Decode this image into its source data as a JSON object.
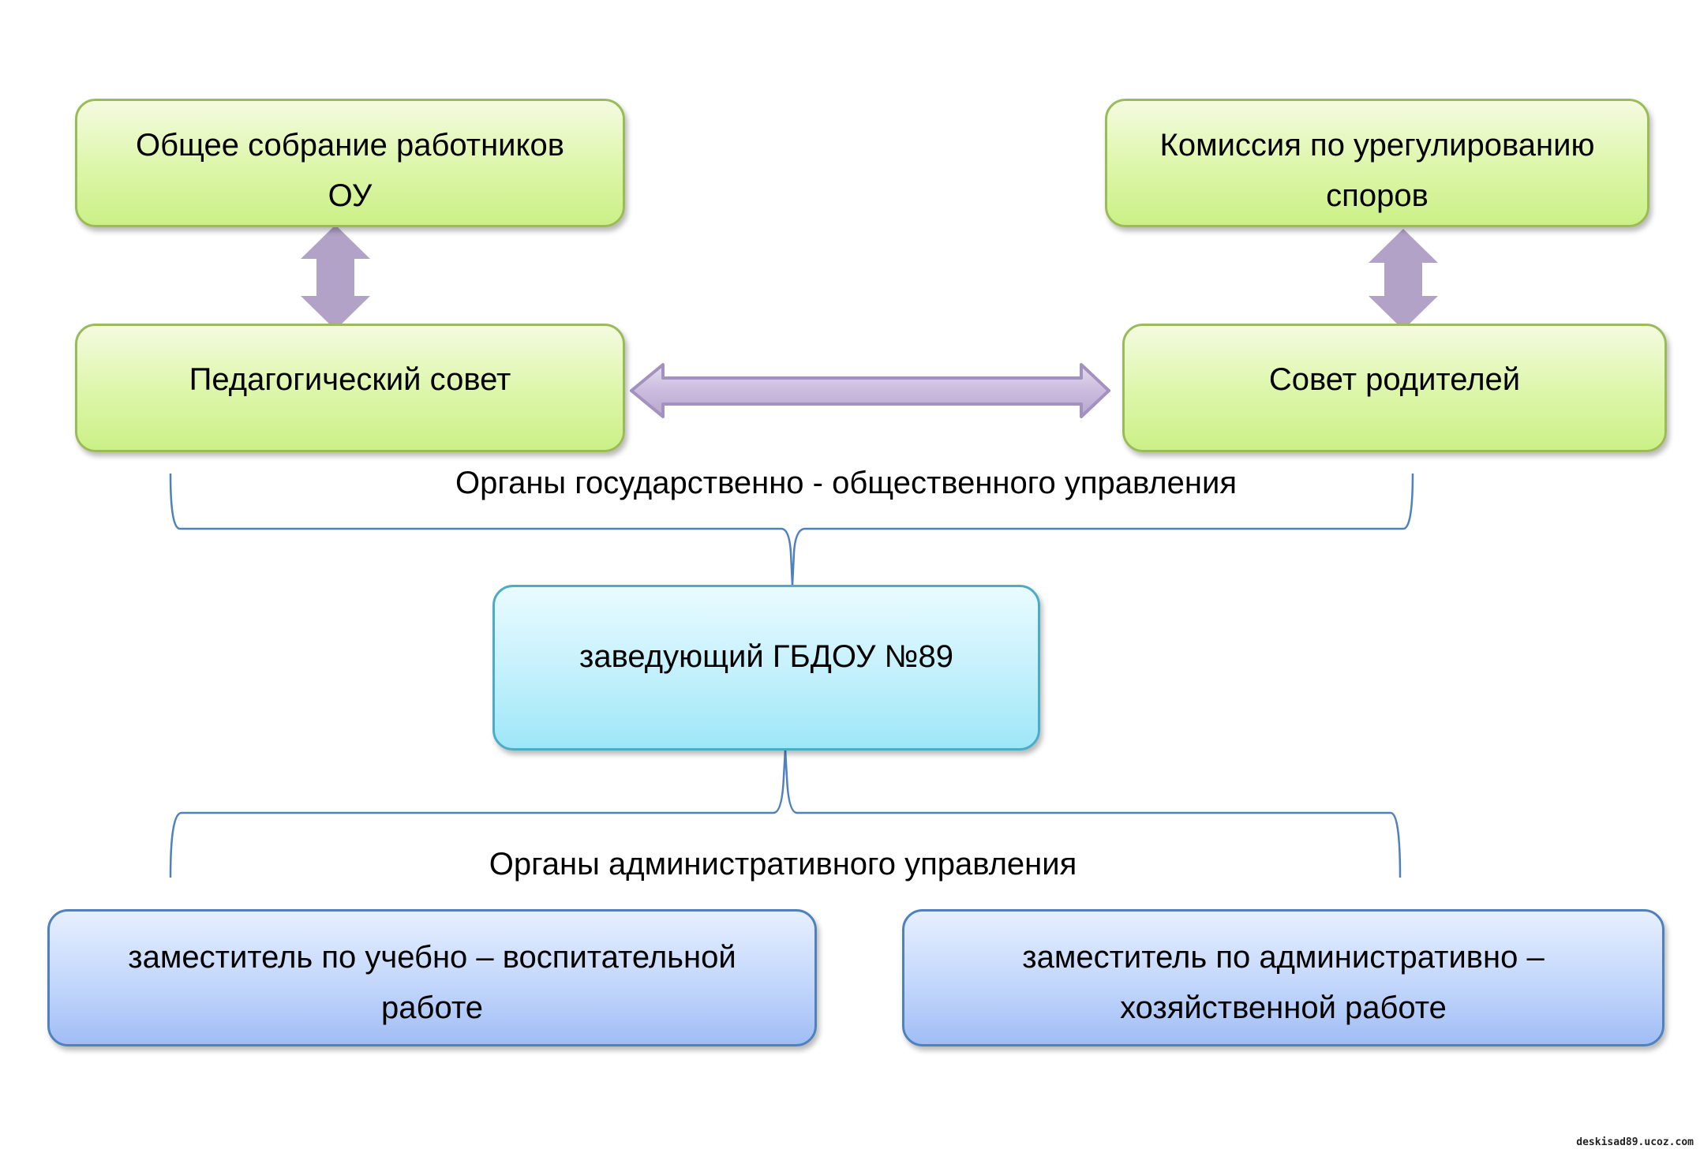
{
  "boxes": {
    "general_meeting": "Общее собрание работников ОУ",
    "dispute_commission": "Комиссия по урегулированию споров",
    "pedagogical_council": "Педагогический совет",
    "parents_council": "Совет родителей",
    "head": "заведующий ГБДОУ №89",
    "deputy_education": "заместитель по учебно – воспитательной работе",
    "deputy_admin": "заместитель по административно – хозяйственной работе"
  },
  "labels": {
    "public_bodies": "Органы государственно - общественного управления",
    "admin_bodies": "Органы административного управления"
  },
  "watermark": "deskisad89.ucoz.com",
  "colors": {
    "green_border": "#9bbb59",
    "cyan_border": "#4bacc6",
    "blue_border": "#4f81bd",
    "arrow_fill": "#b3a2c7",
    "connector": "#4f81bd"
  }
}
